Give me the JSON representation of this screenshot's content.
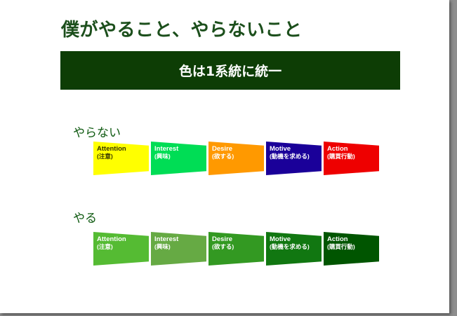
{
  "slide": {
    "title": "僕がやること、やらないこと",
    "banner": "色は1系統に統一"
  },
  "rows": [
    {
      "label": "やらない",
      "steps": [
        {
          "en": "Attention",
          "jp": "(注意)",
          "color": "#ffff00",
          "text_color": "#333300"
        },
        {
          "en": "Interest",
          "jp": "(興味)",
          "color": "#00dd55",
          "text_color": "#ffffff"
        },
        {
          "en": "Desire",
          "jp": "(欲する)",
          "color": "#ff9900",
          "text_color": "#ffffff"
        },
        {
          "en": "Motive",
          "jp": "(動機を求める)",
          "color": "#1a0099",
          "text_color": "#ffffff"
        },
        {
          "en": "Action",
          "jp": "(購買行動)",
          "color": "#ee0000",
          "text_color": "#ffffff"
        }
      ]
    },
    {
      "label": "やる",
      "steps": [
        {
          "en": "Attention",
          "jp": "(注意)",
          "color": "#55bb33",
          "text_color": "#ffffff"
        },
        {
          "en": "Interest",
          "jp": "(興味)",
          "color": "#66aa44",
          "text_color": "#ffffff"
        },
        {
          "en": "Desire",
          "jp": "(欲する)",
          "color": "#339922",
          "text_color": "#ffffff"
        },
        {
          "en": "Motive",
          "jp": "(動機を求める)",
          "color": "#117711",
          "text_color": "#ffffff"
        },
        {
          "en": "Action",
          "jp": "(購買行動)",
          "color": "#005500",
          "text_color": "#ffffff"
        }
      ]
    }
  ]
}
